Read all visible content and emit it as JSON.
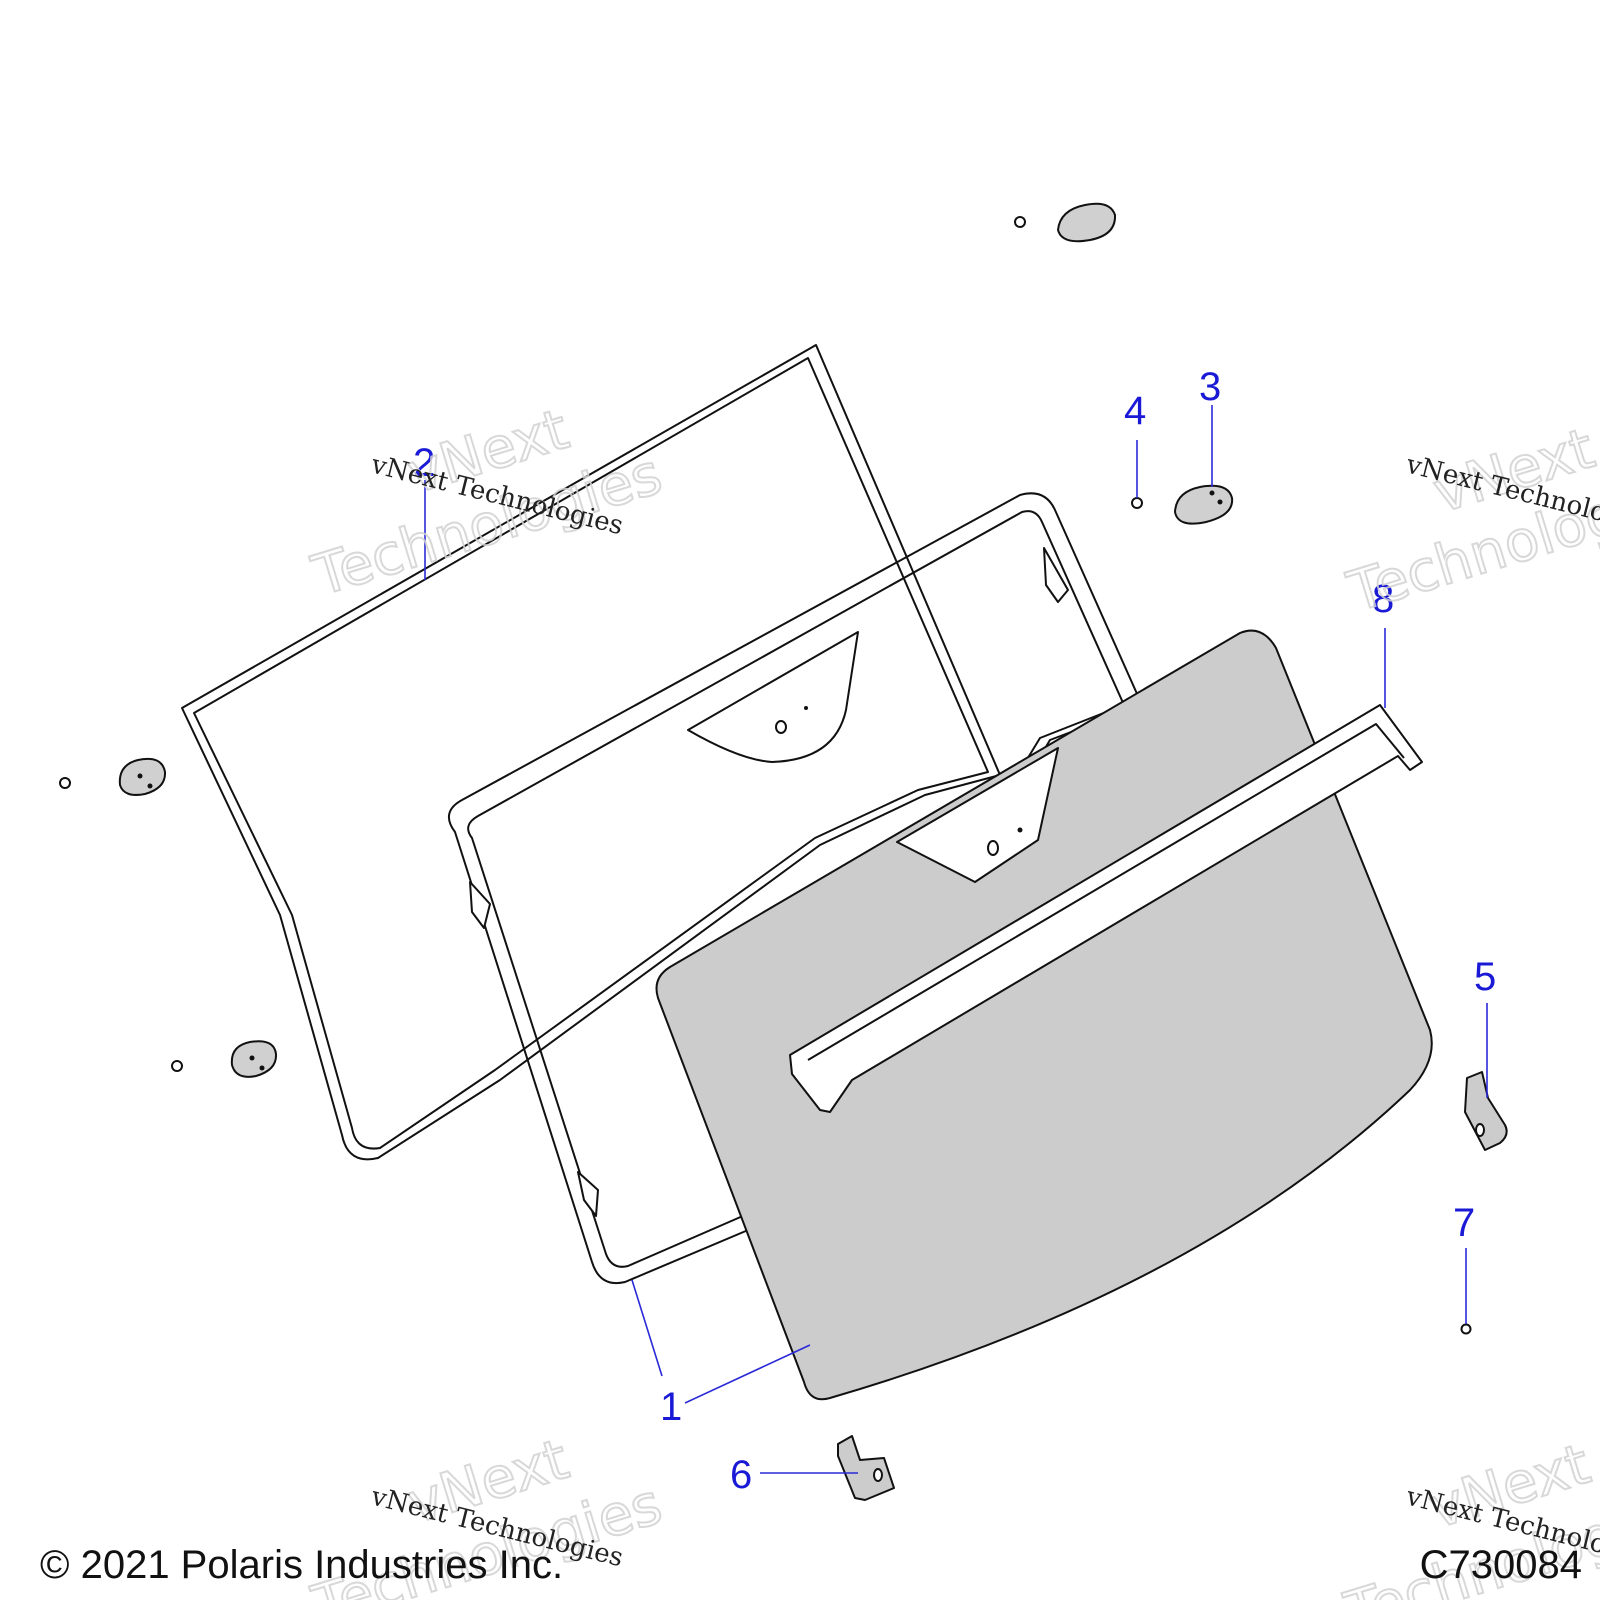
{
  "callouts": {
    "c1": "1",
    "c2": "2",
    "c3": "3",
    "c4": "4",
    "c5": "5",
    "c6": "6",
    "c7": "7",
    "c8": "8"
  },
  "watermark": {
    "line1": "vNext",
    "line2": "Technologies",
    "small": "vNext Technologies"
  },
  "footer": {
    "copyright": "© 2021 Polaris Industries Inc.",
    "figure_code": "C730084"
  },
  "colors": {
    "callout": "#1a1ad6",
    "panel_fill": "#cccccc",
    "outline": "#111111"
  }
}
